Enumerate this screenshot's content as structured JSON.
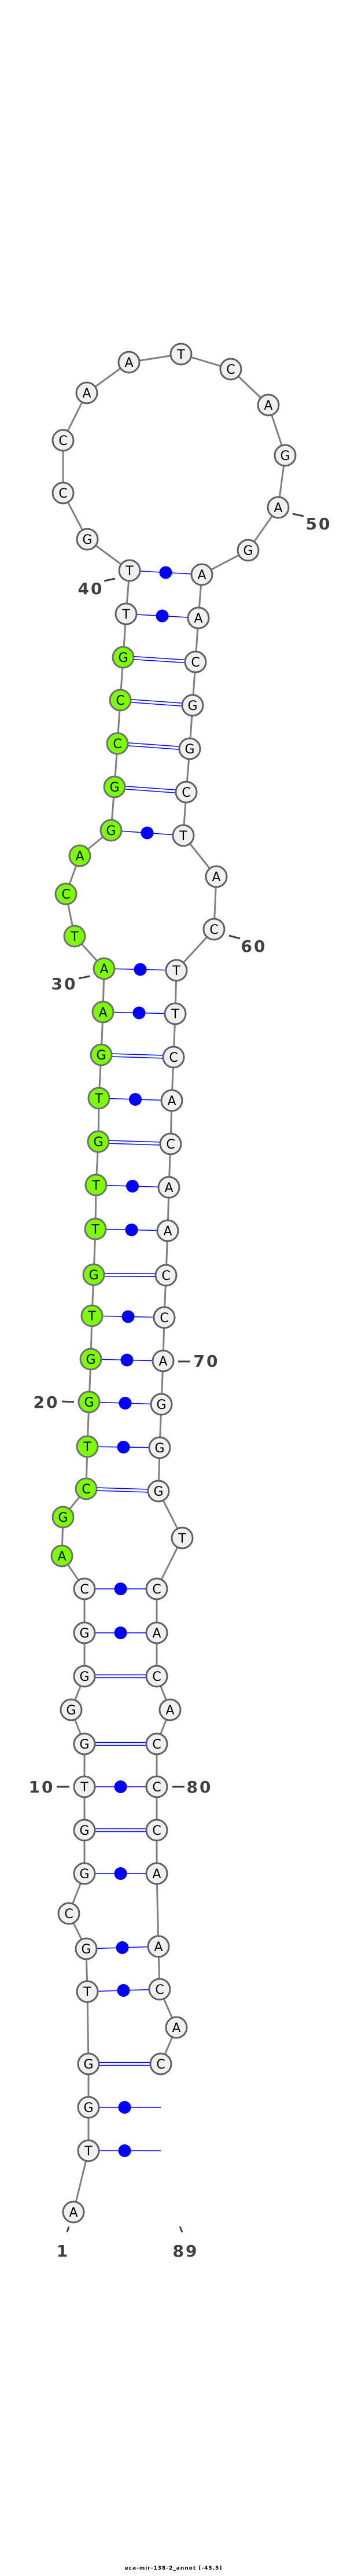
{
  "title": "eca-mir-138-2_annot [-45.5]",
  "sequence": "ATGGTGCGGTGGGGCAGCTGGTGTTGTGAATCAGGCCGTTGCCAATCAGAGAACGGCTACTTCACAACCAGGGTCACACCCAACAC",
  "highlight_range": [
    16,
    38
  ],
  "pairs": [
    [
      2,
      88
    ],
    [
      3,
      87
    ],
    [
      4,
      86
    ],
    [
      5,
      84
    ],
    [
      6,
      83
    ],
    [
      8,
      82
    ],
    [
      9,
      81
    ],
    [
      10,
      80
    ],
    [
      11,
      79
    ],
    [
      13,
      77
    ],
    [
      14,
      76
    ],
    [
      15,
      75
    ],
    [
      18,
      73
    ],
    [
      19,
      72
    ],
    [
      20,
      71
    ],
    [
      21,
      70
    ],
    [
      22,
      69
    ],
    [
      23,
      68
    ],
    [
      24,
      67
    ],
    [
      25,
      66
    ],
    [
      26,
      65
    ],
    [
      27,
      64
    ],
    [
      28,
      63
    ],
    [
      29,
      62
    ],
    [
      30,
      61
    ],
    [
      34,
      58
    ],
    [
      35,
      57
    ],
    [
      36,
      56
    ],
    [
      37,
      55
    ],
    [
      38,
      54
    ],
    [
      39,
      53
    ],
    [
      40,
      52
    ]
  ],
  "position_labels": [
    "1",
    "10",
    "20",
    "30",
    "40",
    "50",
    "60",
    "70",
    "80",
    "89"
  ],
  "colors": {
    "highlight": "#7cfc00",
    "base_fill": "#f0f0f0",
    "base_stroke": "#606060",
    "backbone": "#808080",
    "pair": "#0000ff",
    "label": "#404040"
  }
}
